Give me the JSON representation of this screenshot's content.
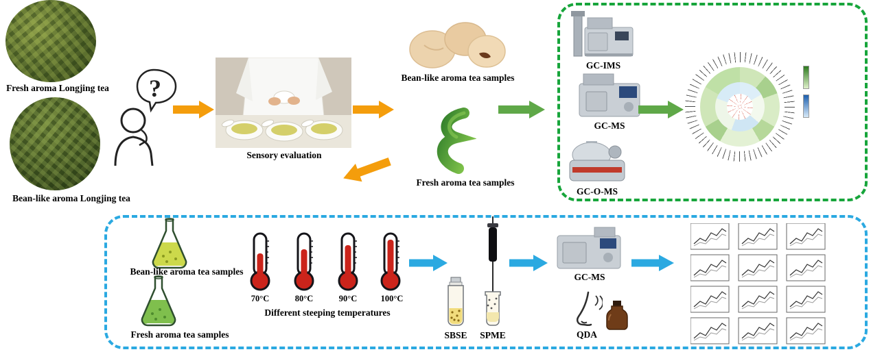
{
  "colors": {
    "arrow_orange": "#F49D0C",
    "arrow_green": "#5FA848",
    "arrow_blue": "#2BA9E1",
    "green_box_border": "#17A53B",
    "blue_box_border": "#2BA9E1"
  },
  "top": {
    "question_mark": "?",
    "fresh_tea": "Fresh aroma Longjing tea",
    "bean_tea": "Bean-like aroma Longjing tea",
    "sensory": "Sensory evaluation",
    "bean_samples": "Bean-like aroma tea samples",
    "fresh_samples": "Fresh aroma tea samples"
  },
  "green_box": {
    "gc_ims": "GC-IMS",
    "gc_ms": "GC-MS",
    "gc_o_ms": "GC-O-MS"
  },
  "blue_box": {
    "bean_flask": "Bean-like aroma tea samples",
    "fresh_flask": "Fresh aroma tea samples",
    "temperatures": [
      "70°C",
      "80°C",
      "90°C",
      "100°C"
    ],
    "caption": "Different steeping temperatures",
    "sbse": "SBSE",
    "spme": "SPME",
    "gc_ms": "GC-MS",
    "qda": "QDA"
  }
}
